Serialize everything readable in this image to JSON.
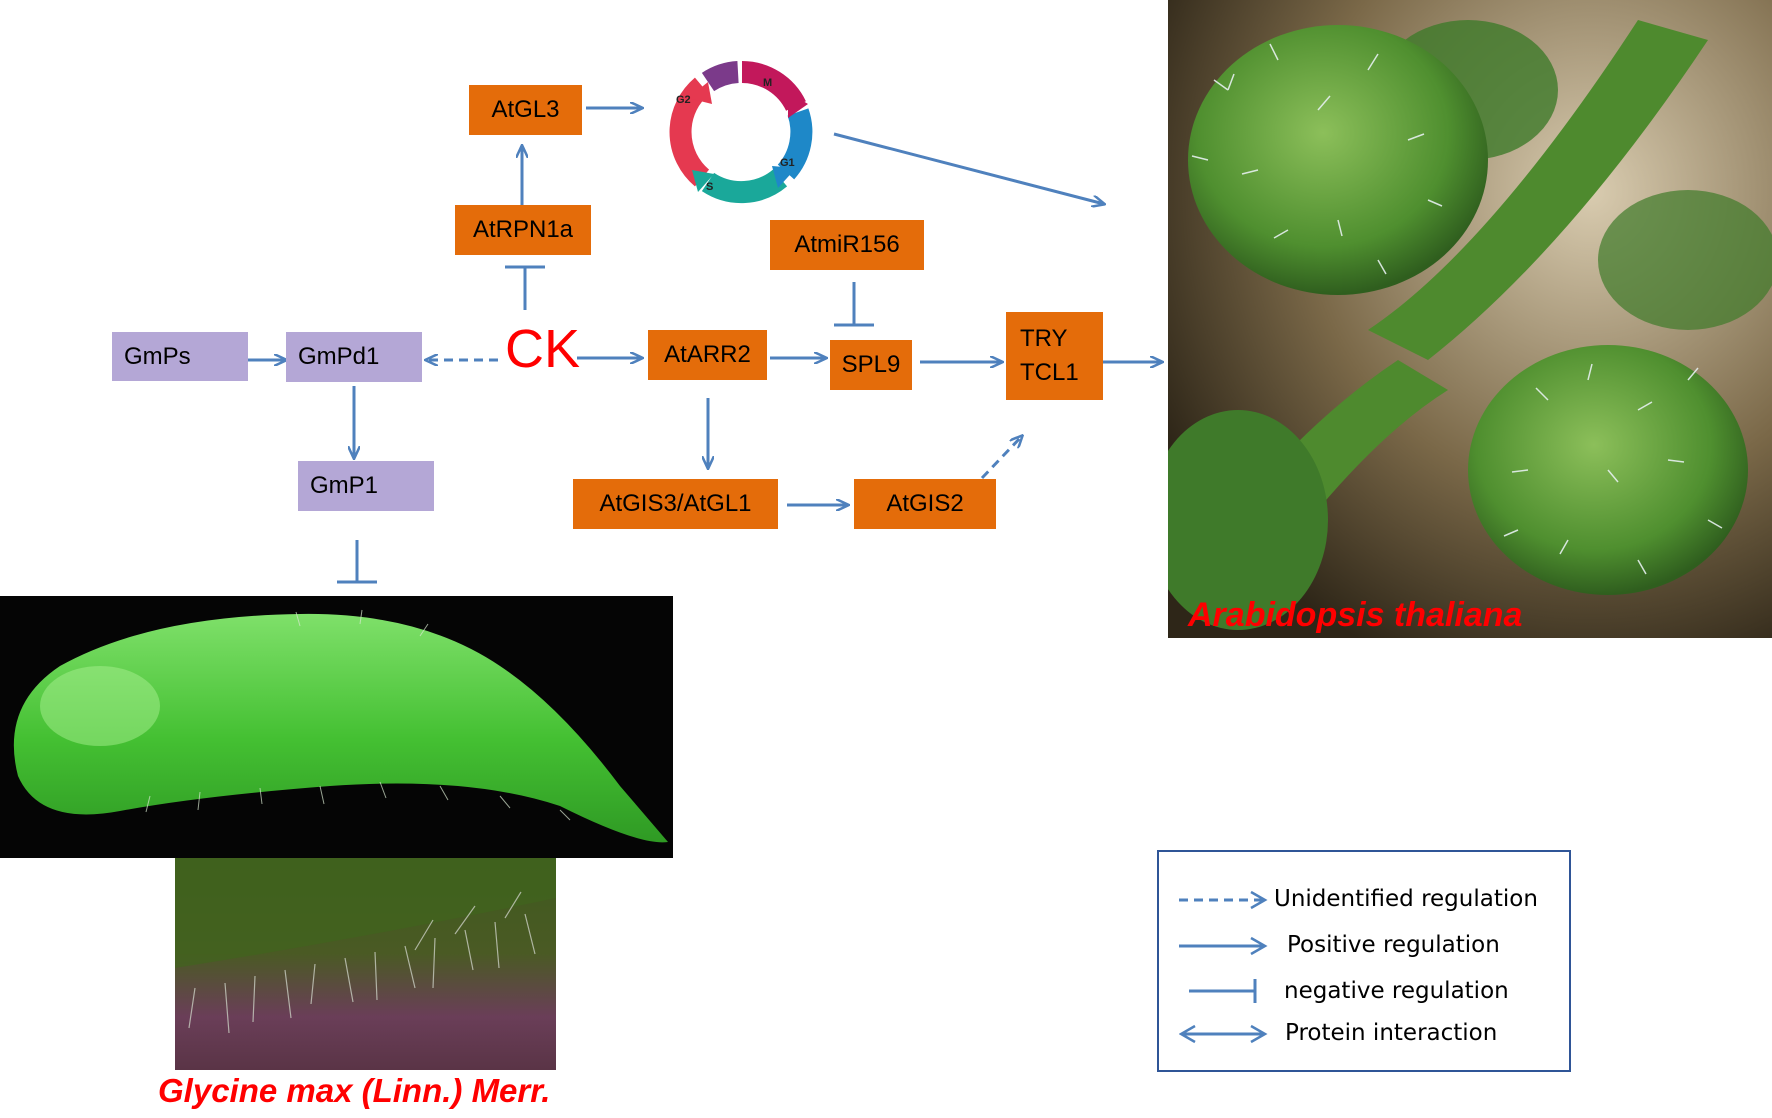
{
  "colors": {
    "arabidopsis_node": "#e46c0a",
    "soybean_node": "#b4a7d6",
    "arrow": "#4f81bd",
    "ck_label": "#ff0000",
    "caption": "#ff0000",
    "legend_border": "#2f5597"
  },
  "nodes": {
    "gmps": "GmPs",
    "gmpd1": "GmPd1",
    "gmp1": "GmP1",
    "ck": "CK",
    "atgl3": "AtGL3",
    "atrpn1a": "AtRPN1a",
    "atmir156": "AtmiR156",
    "atarr2": "AtARR2",
    "spl9": "SPL9",
    "try": "TRY",
    "tcl1": "TCL1",
    "atgis3_atgl1": "AtGIS3/AtGL1",
    "atgis2": "AtGIS2"
  },
  "cell_cycle": {
    "phases": [
      "M",
      "G1",
      "S",
      "G2"
    ],
    "icon": "cell-cycle-ring"
  },
  "captions": {
    "soybean": "Glycine max (Linn.) Merr.",
    "arabidopsis": "Arabidopsis thaliana"
  },
  "legend": {
    "items": [
      {
        "style": "dashed-arrow",
        "label": "Unidentified regulation"
      },
      {
        "style": "arrow",
        "label": "Positive regulation"
      },
      {
        "style": "t-bar",
        "label": "negative regulation"
      },
      {
        "style": "double-arrow",
        "label": "Protein interaction"
      }
    ]
  }
}
